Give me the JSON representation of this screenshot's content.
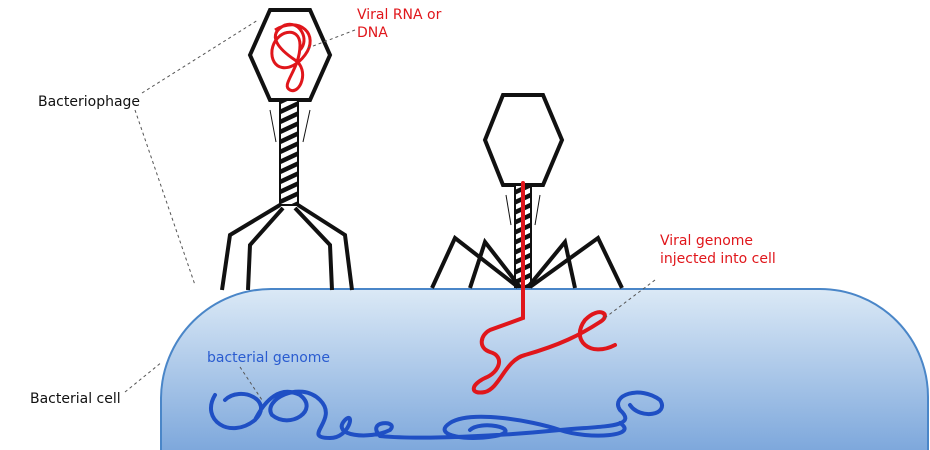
{
  "labels": {
    "viral_rna": "Viral RNA or DNA",
    "viral_rna_line1": "Viral RNA or",
    "viral_rna_line2": "DNA",
    "bacteriophage": "Bacteriophage",
    "viral_genome_line1": "Viral genome",
    "viral_genome_line2": "injected into cell",
    "bacterial_genome": "bacterial genome",
    "bacterial_cell": "Bacterial cell"
  },
  "colors": {
    "viral": "#e0161b",
    "bacterial_genome": "#1f4fc4",
    "cell_border": "#4a86c8",
    "cell_top": "#dbe9f6",
    "cell_bottom": "#7ea8dc"
  }
}
